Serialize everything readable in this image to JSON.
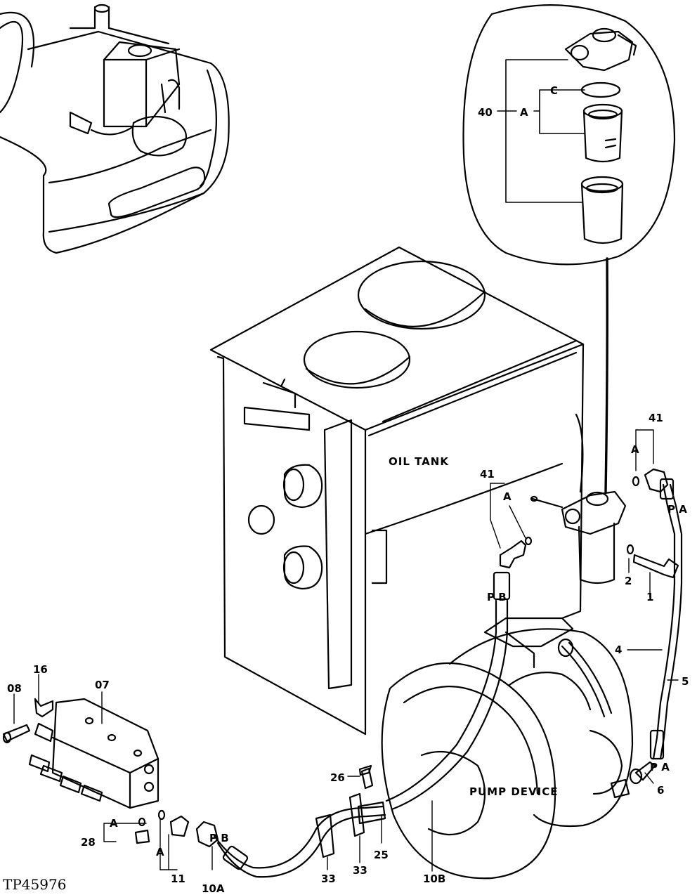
{
  "labels": {
    "oil_tank": "OIL TANK",
    "pump_device": "PUMP DEVICE",
    "figure_id": "TP45976"
  },
  "callouts": {
    "c40": "40",
    "c40_a": "A",
    "c40_c": "C",
    "c41_left": "41",
    "c41_left_a": "A",
    "c41_right": "41",
    "c41_right_a": "A",
    "c2": "2",
    "c1": "1",
    "c4": "4",
    "c5": "5",
    "c6": "6",
    "c16": "16",
    "c08": "08",
    "c07": "07",
    "c26": "26",
    "c28": "28",
    "c28_a": "A",
    "c11": "11",
    "c11_a": "A",
    "c33a": "33",
    "c33b": "33",
    "c25": "25",
    "c10a": "10A",
    "c10b": "10B"
  },
  "hose_marks": {
    "pb_upper": "P B",
    "pa_upper": "P A",
    "pa_lower": "P A",
    "pb_lower": "P B"
  }
}
